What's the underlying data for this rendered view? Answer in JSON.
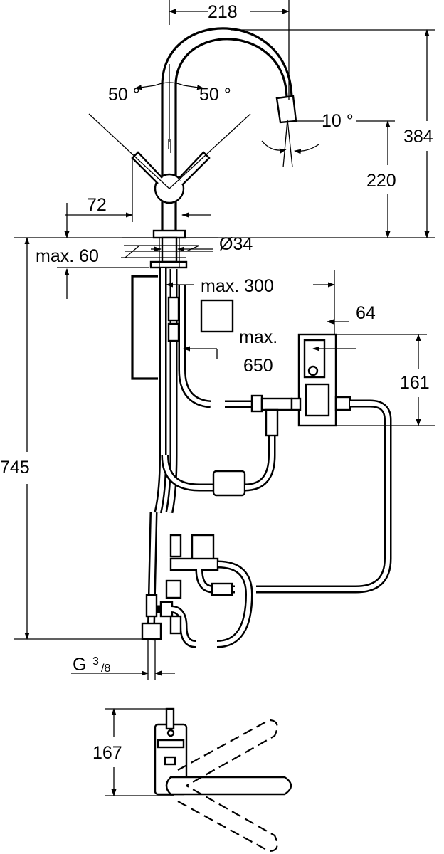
{
  "drawing": {
    "dimensions": {
      "spout_reach": "218",
      "handle_angle_left": "50 °",
      "handle_angle_right": "50 °",
      "spray_angle": "10 °",
      "total_height": "384",
      "outlet_height": "220",
      "lever_height": "72",
      "base_diameter": "Ø34",
      "max_deck_thickness": "max. 60",
      "max_distance_box": "max. 300",
      "box_offset": "64",
      "max_hose_length_line1": "max.",
      "max_hose_length_line2": "650",
      "box_height": "161",
      "connection_length": "745",
      "thread_g": "G",
      "thread_num": "3",
      "thread_den": "/8",
      "plan_depth": "167"
    }
  }
}
